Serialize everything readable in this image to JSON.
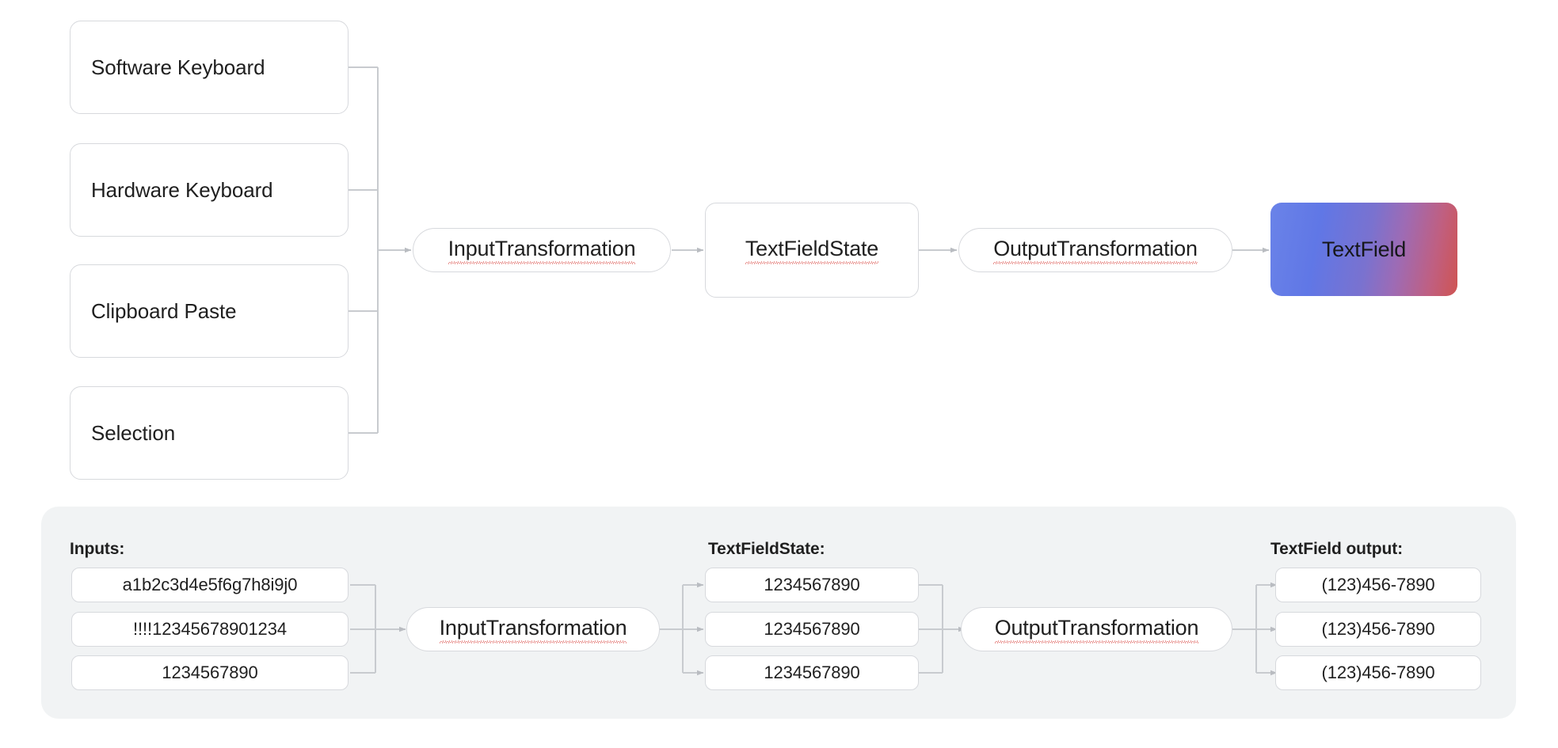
{
  "diagram": {
    "title": "TextField input/output transformation pipeline",
    "colors": {
      "box_border": "#d7d9dd",
      "wire": "#c4c7cb",
      "panel_background": "#f1f3f4",
      "text": "#1f1f1f",
      "spellcheck_underline": "#d83c36",
      "gradient_start": "#6a83e8",
      "gradient_end": "#cf5452"
    },
    "sources": [
      {
        "label": "Software Keyboard"
      },
      {
        "label": "Hardware Keyboard"
      },
      {
        "label": "Clipboard Paste"
      },
      {
        "label": "Selection"
      }
    ],
    "pipeline": [
      {
        "id": "input-transformation",
        "label": "InputTransformation",
        "shape": "pill",
        "spellcheck": true
      },
      {
        "id": "textfield-state",
        "label": "TextFieldState",
        "shape": "rounded-rect",
        "spellcheck": true
      },
      {
        "id": "output-transformation",
        "label": "OutputTransformation",
        "shape": "pill",
        "spellcheck": true
      },
      {
        "id": "textfield",
        "label": "TextField",
        "shape": "gradient",
        "spellcheck": false
      }
    ]
  },
  "example": {
    "inputs": {
      "header": "Inputs:",
      "values": [
        "a1b2c3d4e5f6g7h8i9j0",
        "!!!!12345678901234",
        "1234567890"
      ]
    },
    "input_transformation": {
      "label": "InputTransformation"
    },
    "state": {
      "header": "TextFieldState:",
      "values": [
        "1234567890",
        "1234567890",
        "1234567890"
      ]
    },
    "output_transformation": {
      "label": "OutputTransformation"
    },
    "output": {
      "header": "TextField output:",
      "values": [
        "(123)456-7890",
        "(123)456-7890",
        "(123)456-7890"
      ]
    }
  }
}
